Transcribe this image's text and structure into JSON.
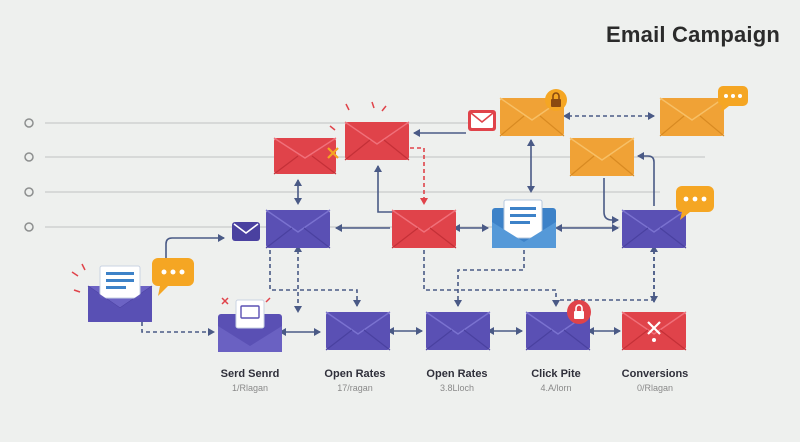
{
  "title": "Email Campaign",
  "stages": [
    {
      "label": "Serd Senrd",
      "sub": "1/Rlagan"
    },
    {
      "label": "Open Rates",
      "sub": "17/ragan"
    },
    {
      "label": "Open Rates",
      "sub": "3.8Lloch"
    },
    {
      "label": "Click Pite",
      "sub": "4.A/lorn"
    },
    {
      "label": "Conversions",
      "sub": "0/Rlagan"
    }
  ],
  "colors": {
    "purple": "#5a50b4",
    "red": "#e0434a",
    "orange": "#f0a236",
    "blue": "#3d82c8",
    "arrow": "#4a5a86",
    "bubble": "#f5a623"
  }
}
